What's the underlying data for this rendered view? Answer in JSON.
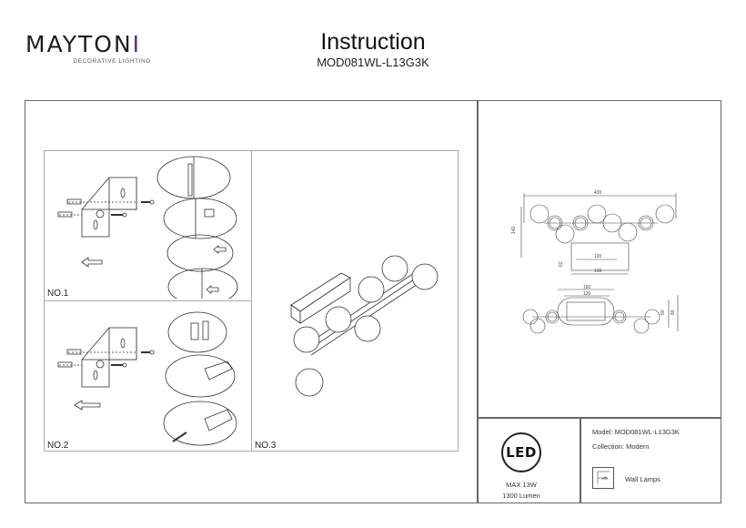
{
  "brand": {
    "name_prefix": "MAYTON",
    "name_accent": "I",
    "tagline": "DECORATIVE LIGHTING",
    "accent_color": "#5b2a6e"
  },
  "header": {
    "title": "Instruction",
    "model_code": "MOD081WL-L13G3K"
  },
  "steps": [
    {
      "label": "NO.1"
    },
    {
      "label": "NO.2"
    },
    {
      "label": "NO.3"
    }
  ],
  "dimensions": {
    "front_view": {
      "width_total": "420",
      "height": "142",
      "depth": "62",
      "base_inner": "120",
      "base_outer": "160"
    },
    "top_view": {
      "base_outer": "160",
      "base_inner": "120",
      "depth_inner": "60",
      "depth_outer": "80"
    }
  },
  "specs": {
    "led_label": "LED",
    "max_power": "MAX 13W",
    "lumen": "1300 Lumen"
  },
  "product": {
    "model": "Model: MOD081WL-L13G3K",
    "collection": "Collection: Modern",
    "type_icon": "wall-lamp-icon",
    "type_label": "Wall Lamps"
  }
}
